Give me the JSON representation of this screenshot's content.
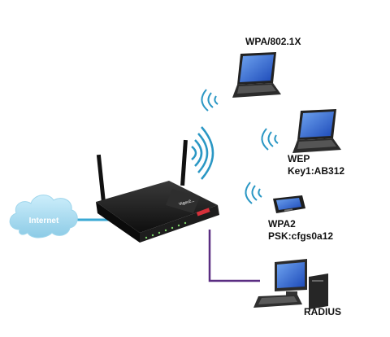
{
  "cloud": {
    "label": "Internet"
  },
  "router": {
    "brand": "Vigor2..."
  },
  "devices": {
    "wpa_8021x": {
      "line1": "WPA/802.1X"
    },
    "wep": {
      "line1": "WEP",
      "line2": "Key1:AB312"
    },
    "wpa2": {
      "line1": "WPA2",
      "line2": "PSK:cfgs0a12"
    },
    "radius": {
      "line1": "RADIUS"
    }
  },
  "colors": {
    "cloud": "#a8dcf0",
    "internet_link": "#3aa9d4",
    "lan_link": "#5a2d82",
    "wifi_waves": "#2a97c4",
    "device_screen": "#3b6fd0",
    "router_body": "#161616",
    "router_accent": "#d6303a"
  },
  "icons": [
    "cloud-icon",
    "router-icon",
    "wifi-waves-icon",
    "laptop-icon",
    "pda-icon",
    "desktop-pc-icon"
  ]
}
